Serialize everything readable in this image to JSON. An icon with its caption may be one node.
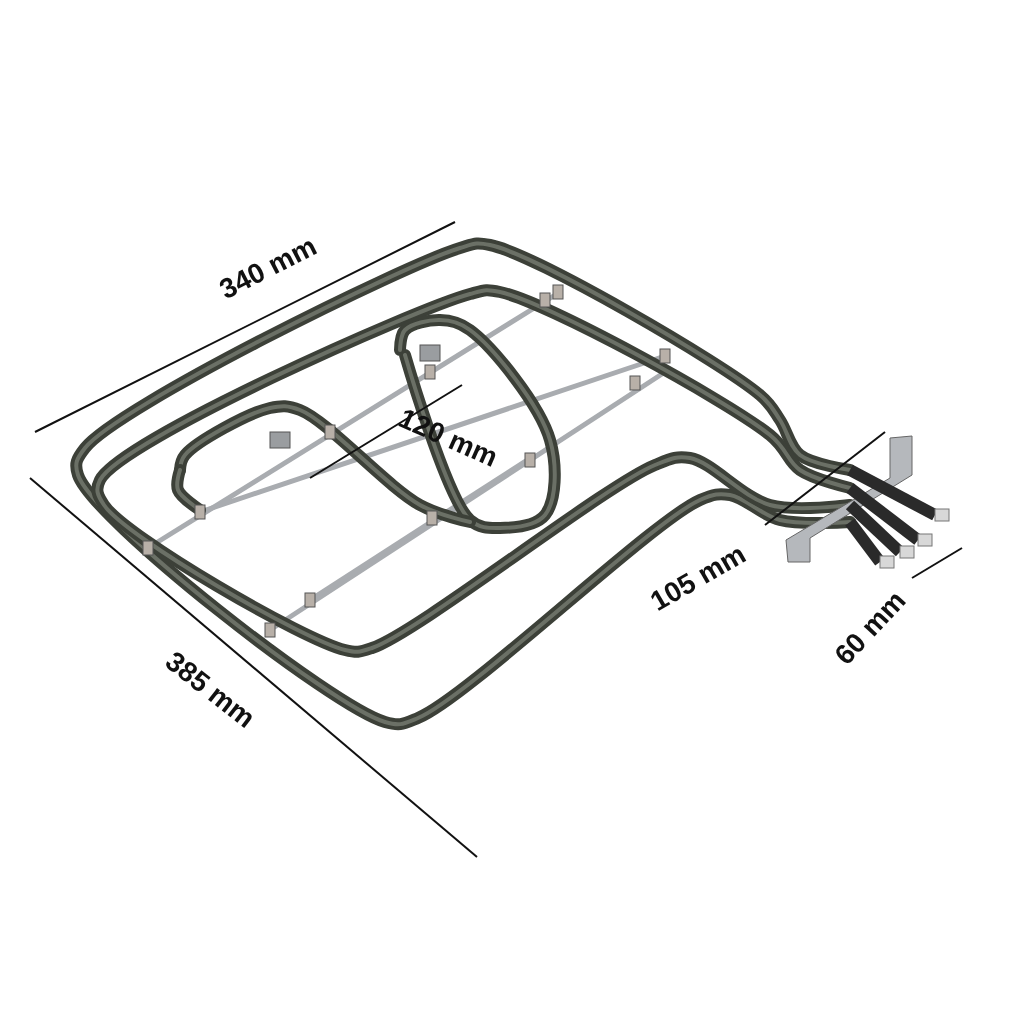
{
  "diagram": {
    "labels": [
      "340 mm",
      "120 mm",
      "105 mm",
      "60 mm",
      "385 mm"
    ]
  }
}
